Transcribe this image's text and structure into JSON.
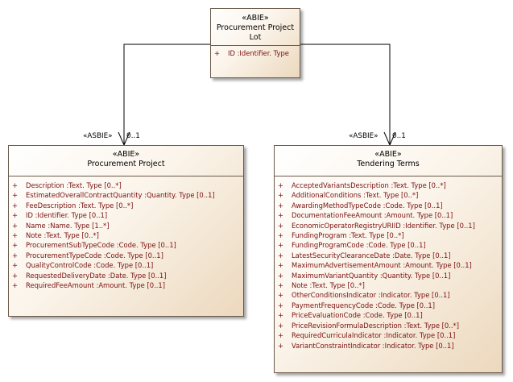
{
  "lot": {
    "stereotype": "«ABIE»",
    "name_line1": "Procurement Project",
    "name_line2": "Lot",
    "attributes": [
      {
        "vis": "+",
        "text": "ID  :Identifier. Type"
      }
    ]
  },
  "project": {
    "stereotype": "«ABIE»",
    "name": "Procurement Project",
    "attributes": [
      {
        "vis": "+",
        "text": "Description  :Text. Type [0..*]"
      },
      {
        "vis": "+",
        "text": "EstimatedOverallContractQuantity  :Quantity. Type [0..1]"
      },
      {
        "vis": "+",
        "text": "FeeDescription  :Text. Type [0..*]"
      },
      {
        "vis": "+",
        "text": "ID  :Identifier. Type [0..1]"
      },
      {
        "vis": "+",
        "text": "Name  :Name. Type [1..*]"
      },
      {
        "vis": "+",
        "text": "Note  :Text. Type [0..*]"
      },
      {
        "vis": "+",
        "text": "ProcurementSubTypeCode  :Code. Type [0..1]"
      },
      {
        "vis": "+",
        "text": "ProcurementTypeCode  :Code. Type [0..1]"
      },
      {
        "vis": "+",
        "text": "QualityControlCode  :Code. Type [0..1]"
      },
      {
        "vis": "+",
        "text": "RequestedDeliveryDate  :Date. Type [0..1]"
      },
      {
        "vis": "+",
        "text": "RequiredFeeAmount  :Amount. Type [0..1]"
      }
    ]
  },
  "terms": {
    "stereotype": "«ABIE»",
    "name": "Tendering Terms",
    "attributes": [
      {
        "vis": "+",
        "text": "AcceptedVariantsDescription  :Text. Type [0..*]"
      },
      {
        "vis": "+",
        "text": "AdditionalConditions  :Text. Type [0..*]"
      },
      {
        "vis": "+",
        "text": "AwardingMethodTypeCode  :Code. Type [0..1]"
      },
      {
        "vis": "+",
        "text": "DocumentationFeeAmount  :Amount. Type [0..1]"
      },
      {
        "vis": "+",
        "text": "EconomicOperatorRegistryURIID  :Identifier. Type [0..1]"
      },
      {
        "vis": "+",
        "text": "FundingProgram  :Text. Type [0..*]"
      },
      {
        "vis": "+",
        "text": "FundingProgramCode  :Code. Type [0..1]"
      },
      {
        "vis": "+",
        "text": "LatestSecurityClearanceDate  :Date. Type [0..1]"
      },
      {
        "vis": "+",
        "text": "MaximumAdvertisementAmount  :Amount. Type [0..1]"
      },
      {
        "vis": "+",
        "text": "MaximumVariantQuantity  :Quantity. Type [0..1]"
      },
      {
        "vis": "+",
        "text": "Note  :Text. Type [0..*]"
      },
      {
        "vis": "+",
        "text": "OtherConditionsIndicator  :Indicator. Type [0..1]"
      },
      {
        "vis": "+",
        "text": "PaymentFrequencyCode  :Code. Type [0..1]"
      },
      {
        "vis": "+",
        "text": "PriceEvaluationCode  :Code. Type [0..1]"
      },
      {
        "vis": "+",
        "text": "PriceRevisionFormulaDescription  :Text. Type [0..*]"
      },
      {
        "vis": "+",
        "text": "RequiredCurriculaIndicator  :Indicator. Type [0..1]"
      },
      {
        "vis": "+",
        "text": "VariantConstraintIndicator  :Indicator. Type [0..1]"
      }
    ]
  },
  "associations": {
    "left": {
      "stereotype": "«ASBIE»",
      "multiplicity": "0..1"
    },
    "right": {
      "stereotype": "«ASBIE»",
      "multiplicity": "0..1"
    }
  }
}
